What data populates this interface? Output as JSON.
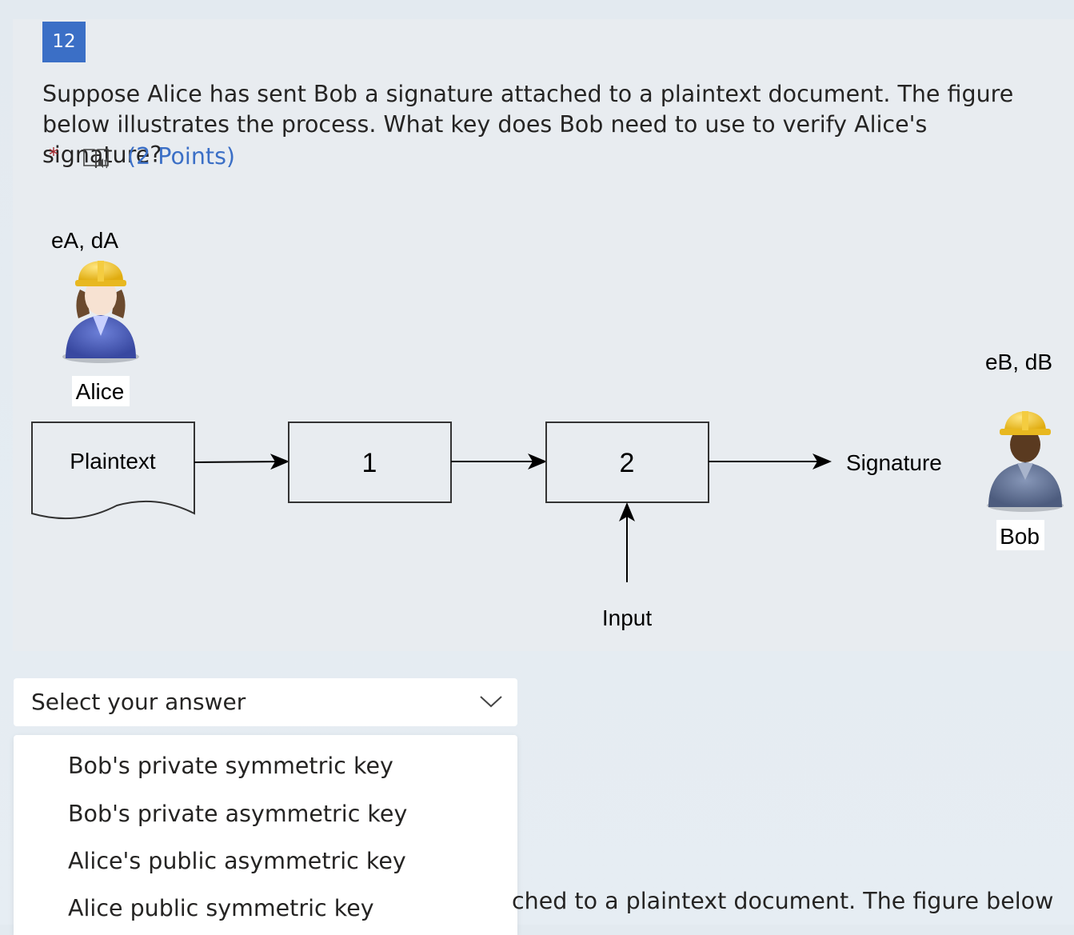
{
  "question": {
    "number": "12",
    "text": "Suppose Alice has sent Bob a signature attached to a plaintext document. The figure below illustrates the process. What key does Bob need to use to verify Alice's signature?",
    "required_marker": "*",
    "points": "(2 Points)"
  },
  "figure": {
    "alice_keys": "eA, dA",
    "alice_label": "Alice",
    "bob_keys": "eB, dB",
    "bob_label": "Bob",
    "plaintext_label": "Plaintext",
    "box1_label": "1",
    "box2_label": "2",
    "signature_label": "Signature",
    "input_label": "Input"
  },
  "answer": {
    "placeholder": "Select your answer",
    "options": [
      "Bob's private symmetric key",
      "Bob's private asymmetric key",
      "Alice's public asymmetric key",
      "Alice public symmetric key"
    ]
  },
  "next_question": {
    "visible_fragment": "ched to a plaintext document. The figure below"
  },
  "colors": {
    "accent": "#3b6fc6",
    "required": "#a4262c"
  }
}
